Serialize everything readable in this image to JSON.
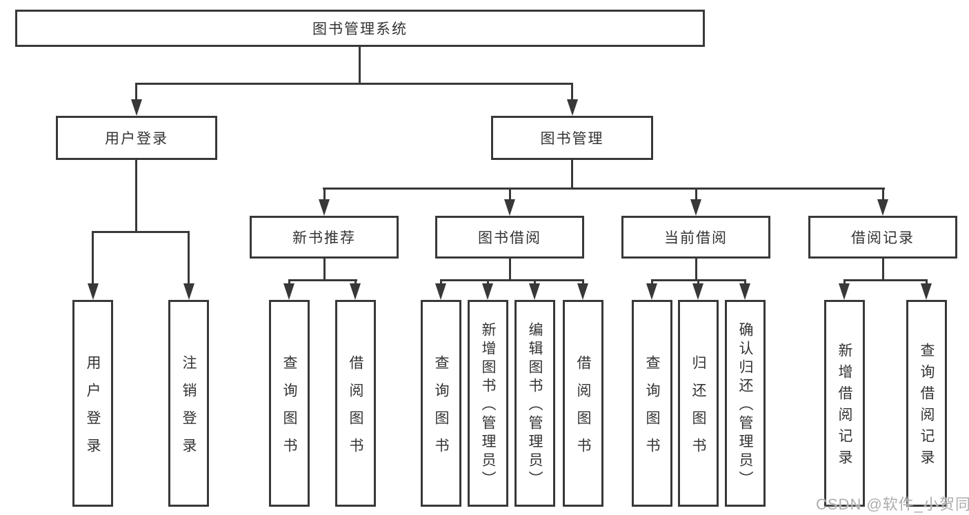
{
  "tree": {
    "root": {
      "label": "图书管理系统"
    },
    "children": [
      {
        "label": "用户登录",
        "children": [
          {
            "label": "用户登录"
          },
          {
            "label": "注销登录"
          }
        ]
      },
      {
        "label": "图书管理",
        "children": [
          {
            "label": "新书推荐",
            "children": [
              {
                "label": "查询图书"
              },
              {
                "label": "借阅图书"
              }
            ]
          },
          {
            "label": "图书借阅",
            "children": [
              {
                "label": "查询图书"
              },
              {
                "label": "新增图书（管理员）"
              },
              {
                "label": "编辑图书（管理员）"
              },
              {
                "label": "借阅图书"
              }
            ]
          },
          {
            "label": "当前借阅",
            "children": [
              {
                "label": "查询图书"
              },
              {
                "label": "归还图书"
              },
              {
                "label": "确认归还（管理员）"
              }
            ]
          },
          {
            "label": "借阅记录",
            "children": [
              {
                "label": "新增借阅记录"
              },
              {
                "label": "查询借阅记录"
              }
            ]
          }
        ]
      }
    ]
  },
  "watermark": {
    "text": "CSDN @软件_小贺同学"
  },
  "colors": {
    "line": "#383838",
    "text": "#333333",
    "box_background": "#ffffff",
    "watermark": "#adadad",
    "background": "#ffffff"
  }
}
